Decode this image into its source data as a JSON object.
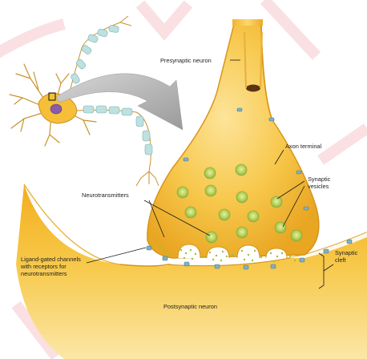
{
  "labels": {
    "presynaptic_neuron": "Presynaptic neuron",
    "axon_terminal": "Axon terminal",
    "synaptic_vesicles_1": "Synaptic",
    "synaptic_vesicles_2": "vesicles",
    "neurotransmitters": "Neurotransmitters",
    "ligand_channels_1": "Ligand-gated channels",
    "ligand_channels_2": "with receptors for",
    "ligand_channels_3": "neurotransmitters",
    "synaptic_cleft_1": "Synaptic",
    "synaptic_cleft_2": "cleft",
    "postsynaptic_neuron": "Postsynaptic neuron"
  },
  "colors": {
    "neuron_fill": "#f5c038",
    "neuron_edge": "#d99418",
    "postsynaptic_fill": "#f4b627",
    "myelin": "#bfe0e0",
    "vesicle": "#a9c84a",
    "receptor": "#7fb0c2",
    "arrow": "#b0b0b0",
    "watermark": "#f3c6c8"
  },
  "icons": {
    "inset_neuron": "neuron-cell-icon",
    "zoom_arrow": "curved-arrow-icon"
  }
}
